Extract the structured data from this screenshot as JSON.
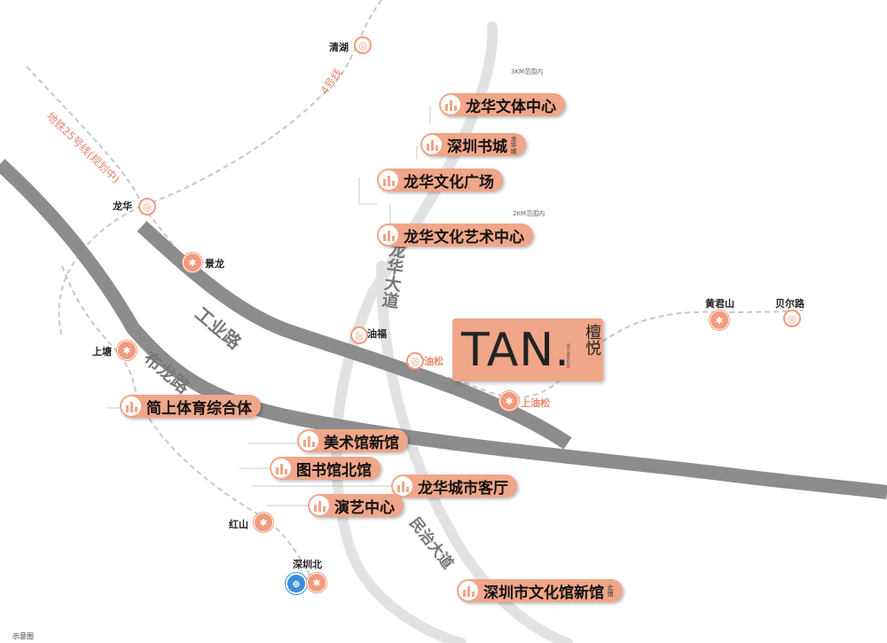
{
  "brand": {
    "name": "TAN.",
    "cn_name": "檀悦",
    "tagline": "TAN MANSION"
  },
  "roads": {
    "gongye": "工业路",
    "bulong": "布龙路",
    "longhua_ave": "龙华大道",
    "minzhi_ave": "民治大道"
  },
  "lines": {
    "line25": "地铁25号线(规划中)",
    "line4": "4号线"
  },
  "ranges": {
    "r3km": "3KM范围内",
    "r2km": "2KM范围内"
  },
  "stations": [
    {
      "label": "清湖",
      "type": "metro-outline"
    },
    {
      "label": "龙华",
      "type": "metro-outline"
    },
    {
      "label": "景龙",
      "type": "metro"
    },
    {
      "label": "上塘",
      "type": "metro"
    },
    {
      "label": "油福",
      "type": "metro-outline"
    },
    {
      "label": "油松",
      "type": "metro-outline"
    },
    {
      "label": "上油松",
      "type": "metro"
    },
    {
      "label": "黄君山",
      "type": "metro"
    },
    {
      "label": "贝尔路",
      "type": "metro-outline"
    },
    {
      "label": "红山",
      "type": "metro"
    },
    {
      "label": "深圳北",
      "type": "rail"
    }
  ],
  "pois": [
    {
      "label": "龙华文体中心",
      "tag": ""
    },
    {
      "label": "深圳书城",
      "tag": "龙华城"
    },
    {
      "label": "龙华文化广场",
      "tag": ""
    },
    {
      "label": "龙华文化艺术中心",
      "tag": ""
    },
    {
      "label": "简上体育综合体",
      "tag": ""
    },
    {
      "label": "美术馆新馆",
      "tag": ""
    },
    {
      "label": "图书馆北馆",
      "tag": ""
    },
    {
      "label": "龙华城市客厅",
      "tag": ""
    },
    {
      "label": "演艺中心",
      "tag": ""
    },
    {
      "label": "深圳市文化馆新馆",
      "tag": "北馆"
    }
  ],
  "note": "示意图",
  "colors": {
    "accent": "#f0a689",
    "road": "#8c8c8c",
    "route": "#c8c8c8",
    "rail": "#3a8fd6"
  }
}
